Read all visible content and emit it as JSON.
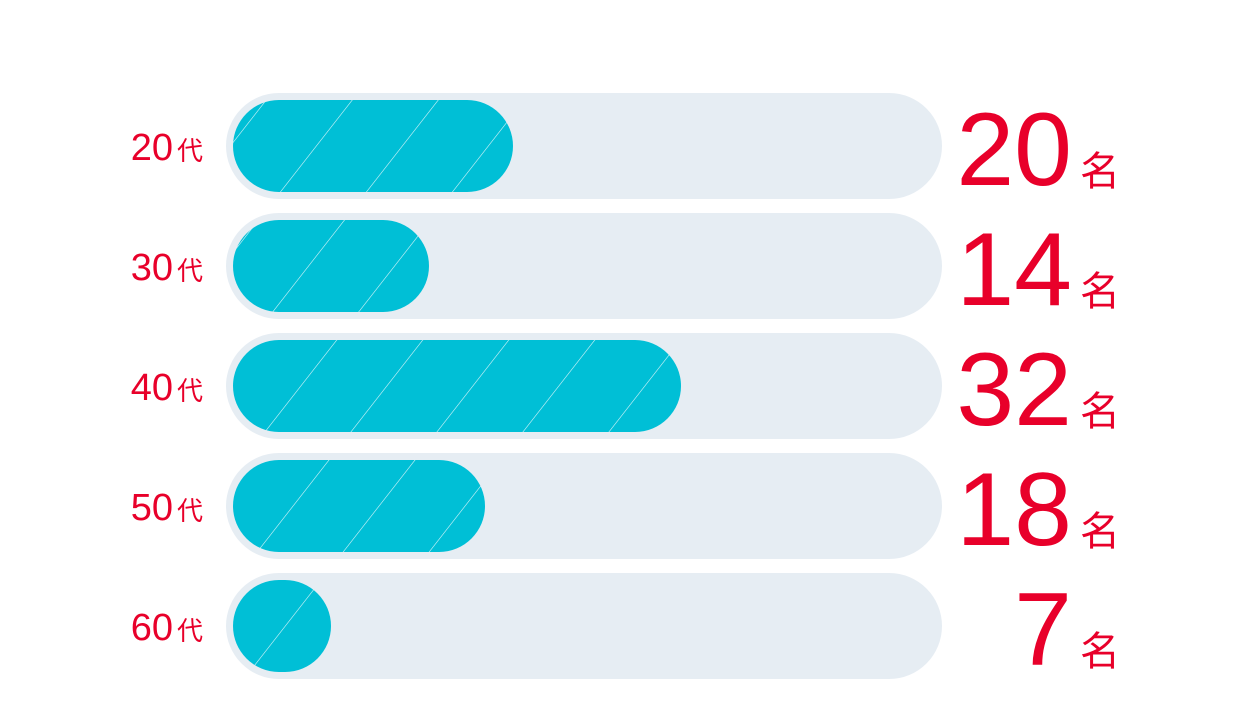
{
  "colors": {
    "accent_text": "#e8002a",
    "bar_fill": "#00bfd6",
    "track": "#e6edf3",
    "stripe": "#ffffff",
    "background": "#ffffff"
  },
  "chart_data": {
    "type": "bar",
    "orientation": "horizontal",
    "categories": [
      "20",
      "30",
      "40",
      "50",
      "60"
    ],
    "category_unit": "代",
    "values": [
      20,
      14,
      32,
      18,
      7
    ],
    "value_unit": "名",
    "xlim": [
      0,
      50
    ],
    "grid": false,
    "legend": "none"
  }
}
